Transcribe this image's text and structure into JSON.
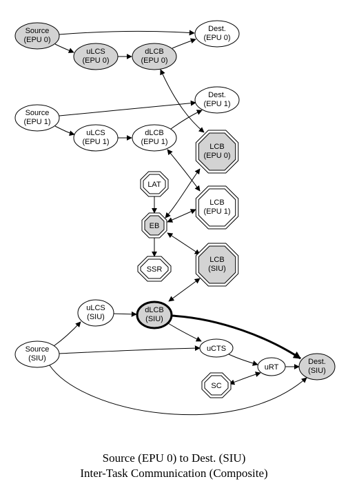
{
  "colors": {
    "filled": "#d3d3d3",
    "plain": "#ffffff",
    "stroke": "#000000"
  },
  "nodes": {
    "source_epu0": [
      "Source",
      "(EPU 0)"
    ],
    "dest_epu0": [
      "Dest.",
      "(EPU 0)"
    ],
    "ulcs_epu0": [
      "uLCS",
      "(EPU 0)"
    ],
    "dlcb_epu0": [
      "dLCB",
      "(EPU 0)"
    ],
    "source_epu1": [
      "Source",
      "(EPU 1)"
    ],
    "dest_epu1": [
      "Dest.",
      "(EPU 1)"
    ],
    "ulcs_epu1": [
      "uLCS",
      "(EPU 1)"
    ],
    "dlcb_epu1": [
      "dLCB",
      "(EPU 1)"
    ],
    "lcb_epu0": [
      "LCB",
      "(EPU 0)"
    ],
    "lat": [
      "LAT"
    ],
    "lcb_epu1": [
      "LCB",
      "(EPU 1)"
    ],
    "eb": [
      "EB"
    ],
    "ssr": [
      "SSR"
    ],
    "lcb_siu": [
      "LCB",
      "(SIU)"
    ],
    "ulcs_siu": [
      "uLCS",
      "(SIU)"
    ],
    "dlcb_siu": [
      "dLCB",
      "(SIU)"
    ],
    "source_siu": [
      "Source",
      "(SIU)"
    ],
    "ucts": [
      "uCTS"
    ],
    "urt": [
      "uRT"
    ],
    "dest_siu": [
      "Dest.",
      "(SIU)"
    ],
    "sc": [
      "SC"
    ]
  },
  "caption": {
    "line1": "Source (EPU 0) to Dest. (SIU)",
    "line2": "Inter-Task Communication (Composite)"
  }
}
